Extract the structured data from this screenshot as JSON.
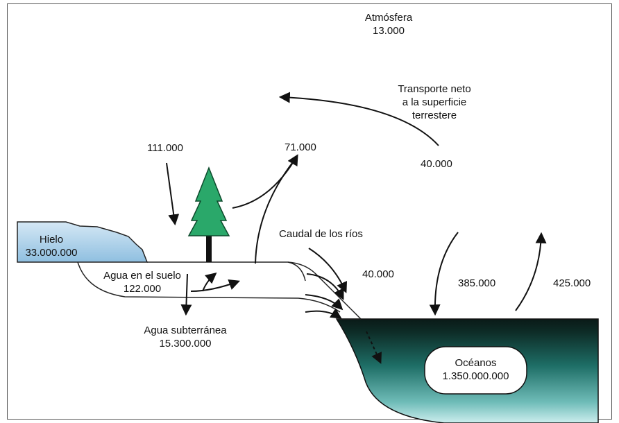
{
  "atmosphere": {
    "title": "Atmósfera",
    "value": "13.000"
  },
  "transport": {
    "line1": "Transporte neto",
    "line2": "a la superficie",
    "line3": "terrestere",
    "value": "40.000"
  },
  "precip_land": {
    "value": "111.000"
  },
  "evap_land": {
    "value": "71.000"
  },
  "ice": {
    "title": "Hielo",
    "value": "33.000.000"
  },
  "river": {
    "title": "Caudal de los ríos",
    "value": "40.000"
  },
  "soil": {
    "title": "Agua en el suelo",
    "value": "122.000"
  },
  "groundwater": {
    "title": "Agua subterránea",
    "value": "15.300.000"
  },
  "ocean": {
    "title": "Océanos",
    "value": "1.350.000.000",
    "precip": "385.000",
    "evap": "425.000"
  },
  "colors": {
    "ice_fill": "#a9cde6",
    "ocean_dark": "#0a1a17",
    "ocean_mid": "#1e6e66",
    "ocean_light": "#bfe6e6",
    "tree": "#2aa86a"
  }
}
